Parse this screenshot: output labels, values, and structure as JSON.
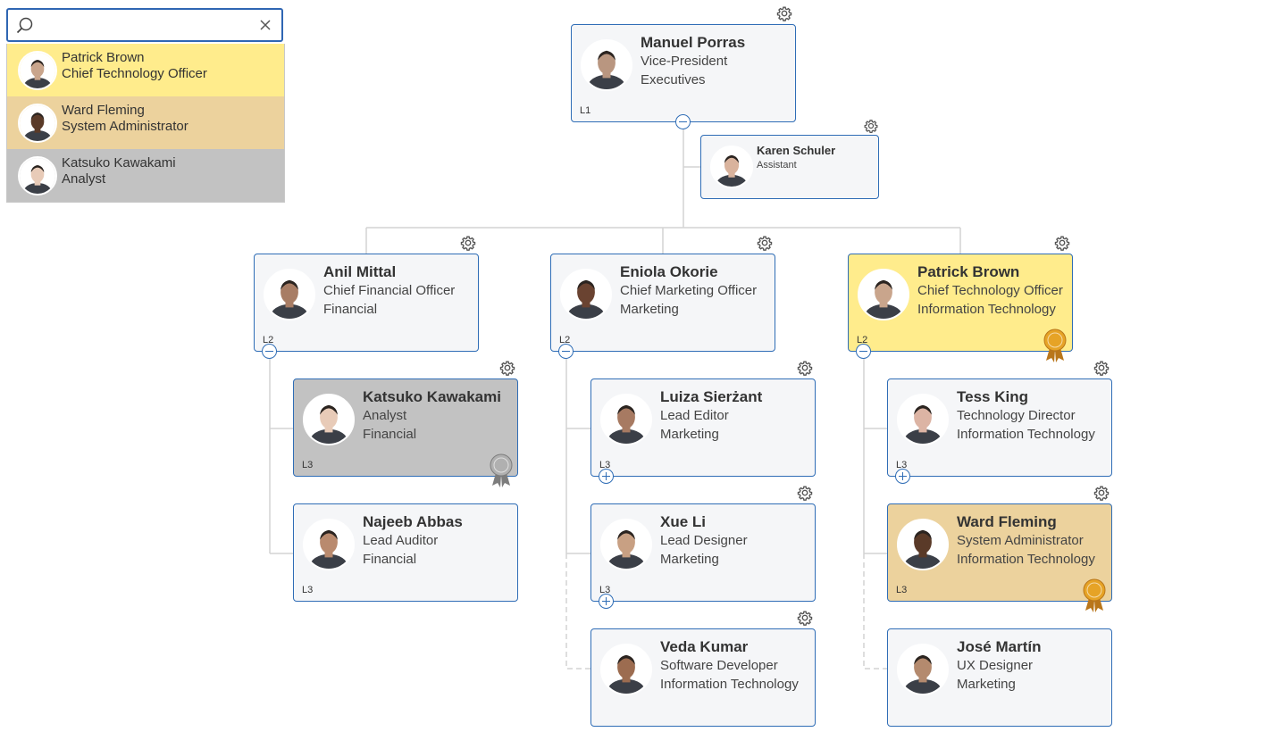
{
  "colors": {
    "accent": "#2f6db6",
    "highlight_yellow": "#ffec8c",
    "highlight_tan": "#ecd29d",
    "highlight_gray": "#c2c2c2",
    "card_bg": "#f5f6f8",
    "connector": "#d3d3d3",
    "badge_gold": "#e6a326",
    "badge_silver": "#b0b0b0"
  },
  "search": {
    "value": "",
    "placeholder": "",
    "icon": "search-icon",
    "clear_icon": "close-icon"
  },
  "results": [
    {
      "name": "Patrick Brown",
      "title": "Chief Technology Officer",
      "bg": "#ffec8c",
      "avatar": "#c9a58c"
    },
    {
      "name": "Ward Fleming",
      "title": "System Administrator",
      "bg": "#ecd29d",
      "avatar": "#5a3a28"
    },
    {
      "name": "Katsuko Kawakami",
      "title": "Analyst",
      "bg": "#c2c2c2",
      "avatar": "#e8cbb8"
    }
  ],
  "nodes": {
    "manuel": {
      "name": "Manuel Porras",
      "title": "Vice-President",
      "dept": "Executives",
      "level": "L1",
      "avatar": "#b99680"
    },
    "karen": {
      "name": "Karen Schuler",
      "title": "Assistant",
      "avatar": "#d9b39d"
    },
    "anil": {
      "name": "Anil Mittal",
      "title": "Chief Financial Officer",
      "dept": "Financial",
      "level": "L2",
      "avatar": "#a87d65"
    },
    "eniola": {
      "name": "Eniola Okorie",
      "title": "Chief Marketing Officer",
      "dept": "Marketing",
      "level": "L2",
      "avatar": "#6a4331"
    },
    "patrick": {
      "name": "Patrick Brown",
      "title": "Chief Technology Officer",
      "dept": "Information Technology",
      "level": "L2",
      "avatar": "#c9a58c"
    },
    "katsuko": {
      "name": "Katsuko Kawakami",
      "title": "Analyst",
      "dept": "Financial",
      "level": "L3",
      "avatar": "#e8cbb8"
    },
    "najeeb": {
      "name": "Najeeb Abbas",
      "title": "Lead Auditor",
      "dept": "Financial",
      "level": "L3",
      "avatar": "#b98a6e"
    },
    "luiza": {
      "name": "Luiza Sierżant",
      "title": "Lead Editor",
      "dept": "Marketing",
      "level": "L3",
      "avatar": "#a77a62"
    },
    "xue": {
      "name": "Xue Li",
      "title": "Lead Designer",
      "dept": "Marketing",
      "level": "L3",
      "avatar": "#c8a083"
    },
    "veda": {
      "name": "Veda Kumar",
      "title": "Software Developer",
      "dept": "Information Technology",
      "level": "",
      "avatar": "#9c6c50"
    },
    "tess": {
      "name": "Tess King",
      "title": "Technology Director",
      "dept": "Information Technology",
      "level": "L3",
      "avatar": "#dcb4a4"
    },
    "ward": {
      "name": "Ward Fleming",
      "title": "System Administrator",
      "dept": "Information Technology",
      "level": "L3",
      "avatar": "#5a3a28"
    },
    "jose": {
      "name": "José Martín",
      "title": "UX Designer",
      "dept": "Marketing",
      "level": "",
      "avatar": "#b48a6e"
    }
  }
}
